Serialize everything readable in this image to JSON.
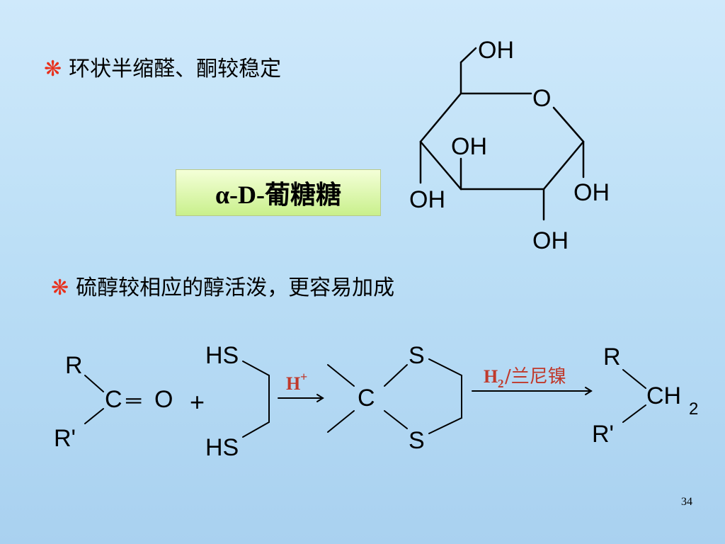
{
  "slide": {
    "bullet_symbol": "❋",
    "bullet1": "环状半缩醛、酮较稳定",
    "glucose_name": "α-D-葡糖糖",
    "bullet2": "硫醇较相应的醇活泼，更容易加成",
    "page_number": "34",
    "accent_color": "#e8301c",
    "reagent_color": "#c0392b"
  },
  "glucose": {
    "oh_top": "OH",
    "ring_o": "O",
    "oh_mid": "OH",
    "oh_left": "OH",
    "oh_right": "OH",
    "oh_bottom": "OH"
  },
  "reaction": {
    "r1": "R",
    "r2": "R'",
    "carbonyl_c": "C",
    "equals": "═",
    "carbonyl_o": "O",
    "plus": "+",
    "hs_top": "HS",
    "hs_bottom": "HS",
    "catalyst": "H",
    "catalyst_sup": "+",
    "thio_c": "C",
    "s_top": "S",
    "s_bottom": "S",
    "reagent_h": "H",
    "reagent_sub": "2",
    "reagent_rest": "/兰尼镍",
    "prod_r1": "R",
    "prod_r2": "R'",
    "prod_ch": "CH",
    "prod_sub": "2"
  }
}
